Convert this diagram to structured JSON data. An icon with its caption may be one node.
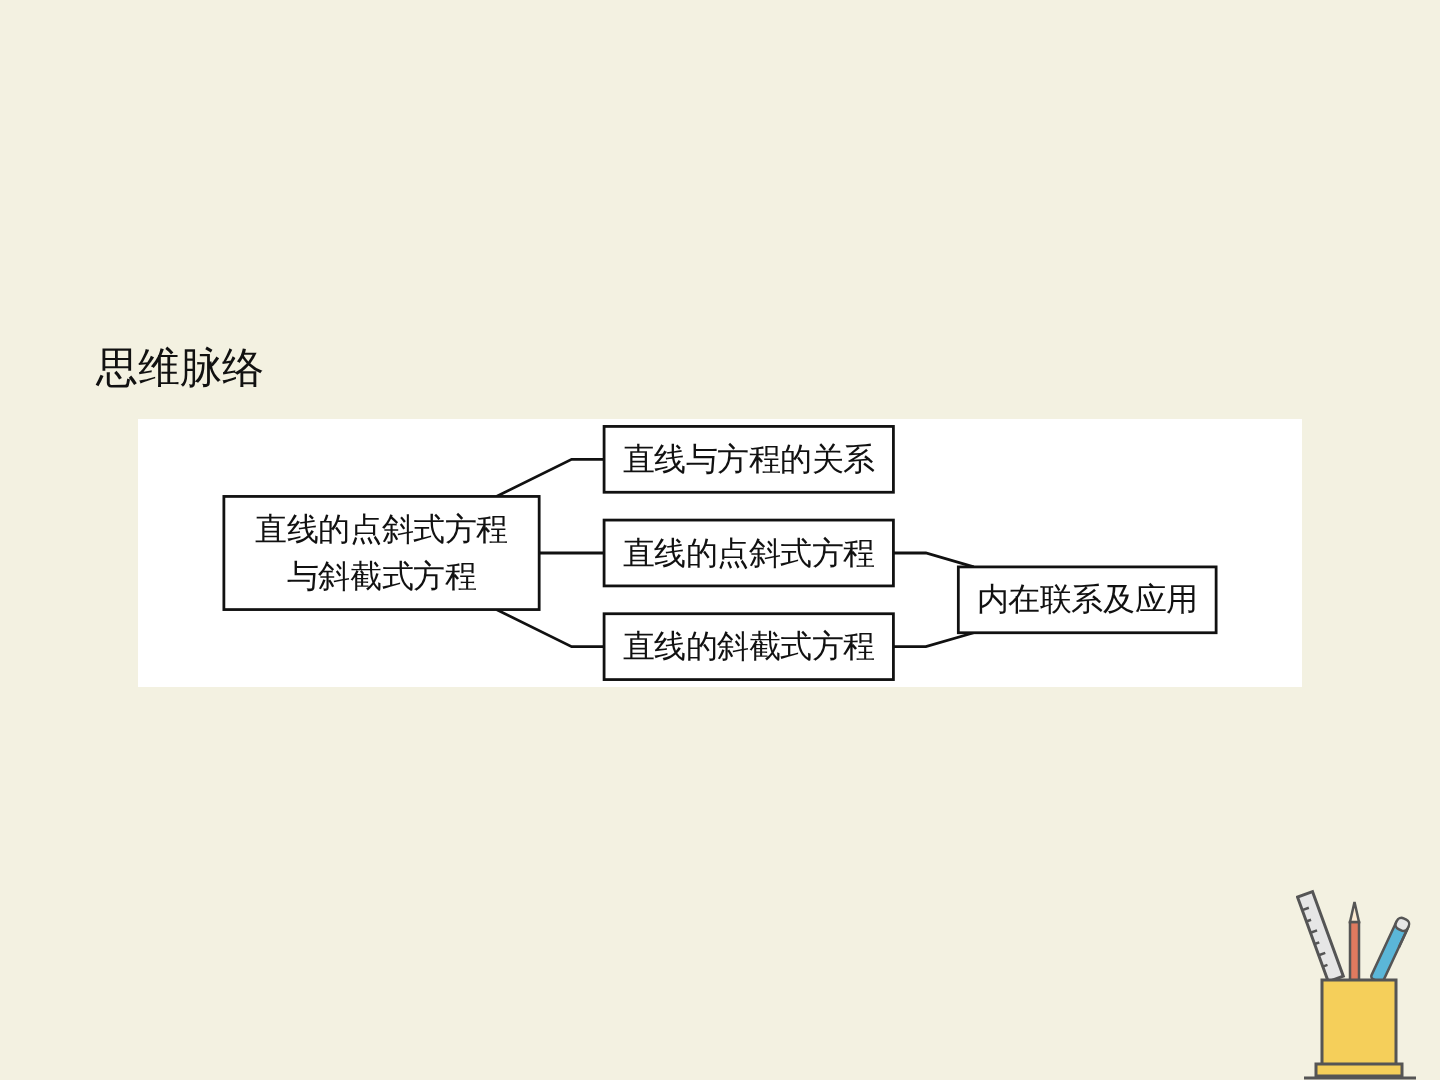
{
  "diagram": {
    "title": "思维脉络",
    "nodes": [
      {
        "text": [
          "直线的点斜式方程与斜截式方程"
        ]
      },
      {
        "text": [
          "直线与方程的关系"
        ]
      },
      {
        "text": [
          "直线的点斜式方程"
        ]
      },
      {
        "text": [
          "直线的斜截式方程"
        ]
      },
      {
        "text": [
          "内在联系及应用"
        ]
      }
    ],
    "edges": [
      {
        "from": 0,
        "to": 1,
        "arrow": "none"
      },
      {
        "from": 0,
        "to": 2,
        "arrow": "none"
      },
      {
        "from": 0,
        "to": 3,
        "arrow": "none"
      },
      {
        "from": 2,
        "to": 4,
        "arrow": "none"
      },
      {
        "from": 3,
        "to": 4,
        "arrow": "none"
      }
    ]
  }
}
